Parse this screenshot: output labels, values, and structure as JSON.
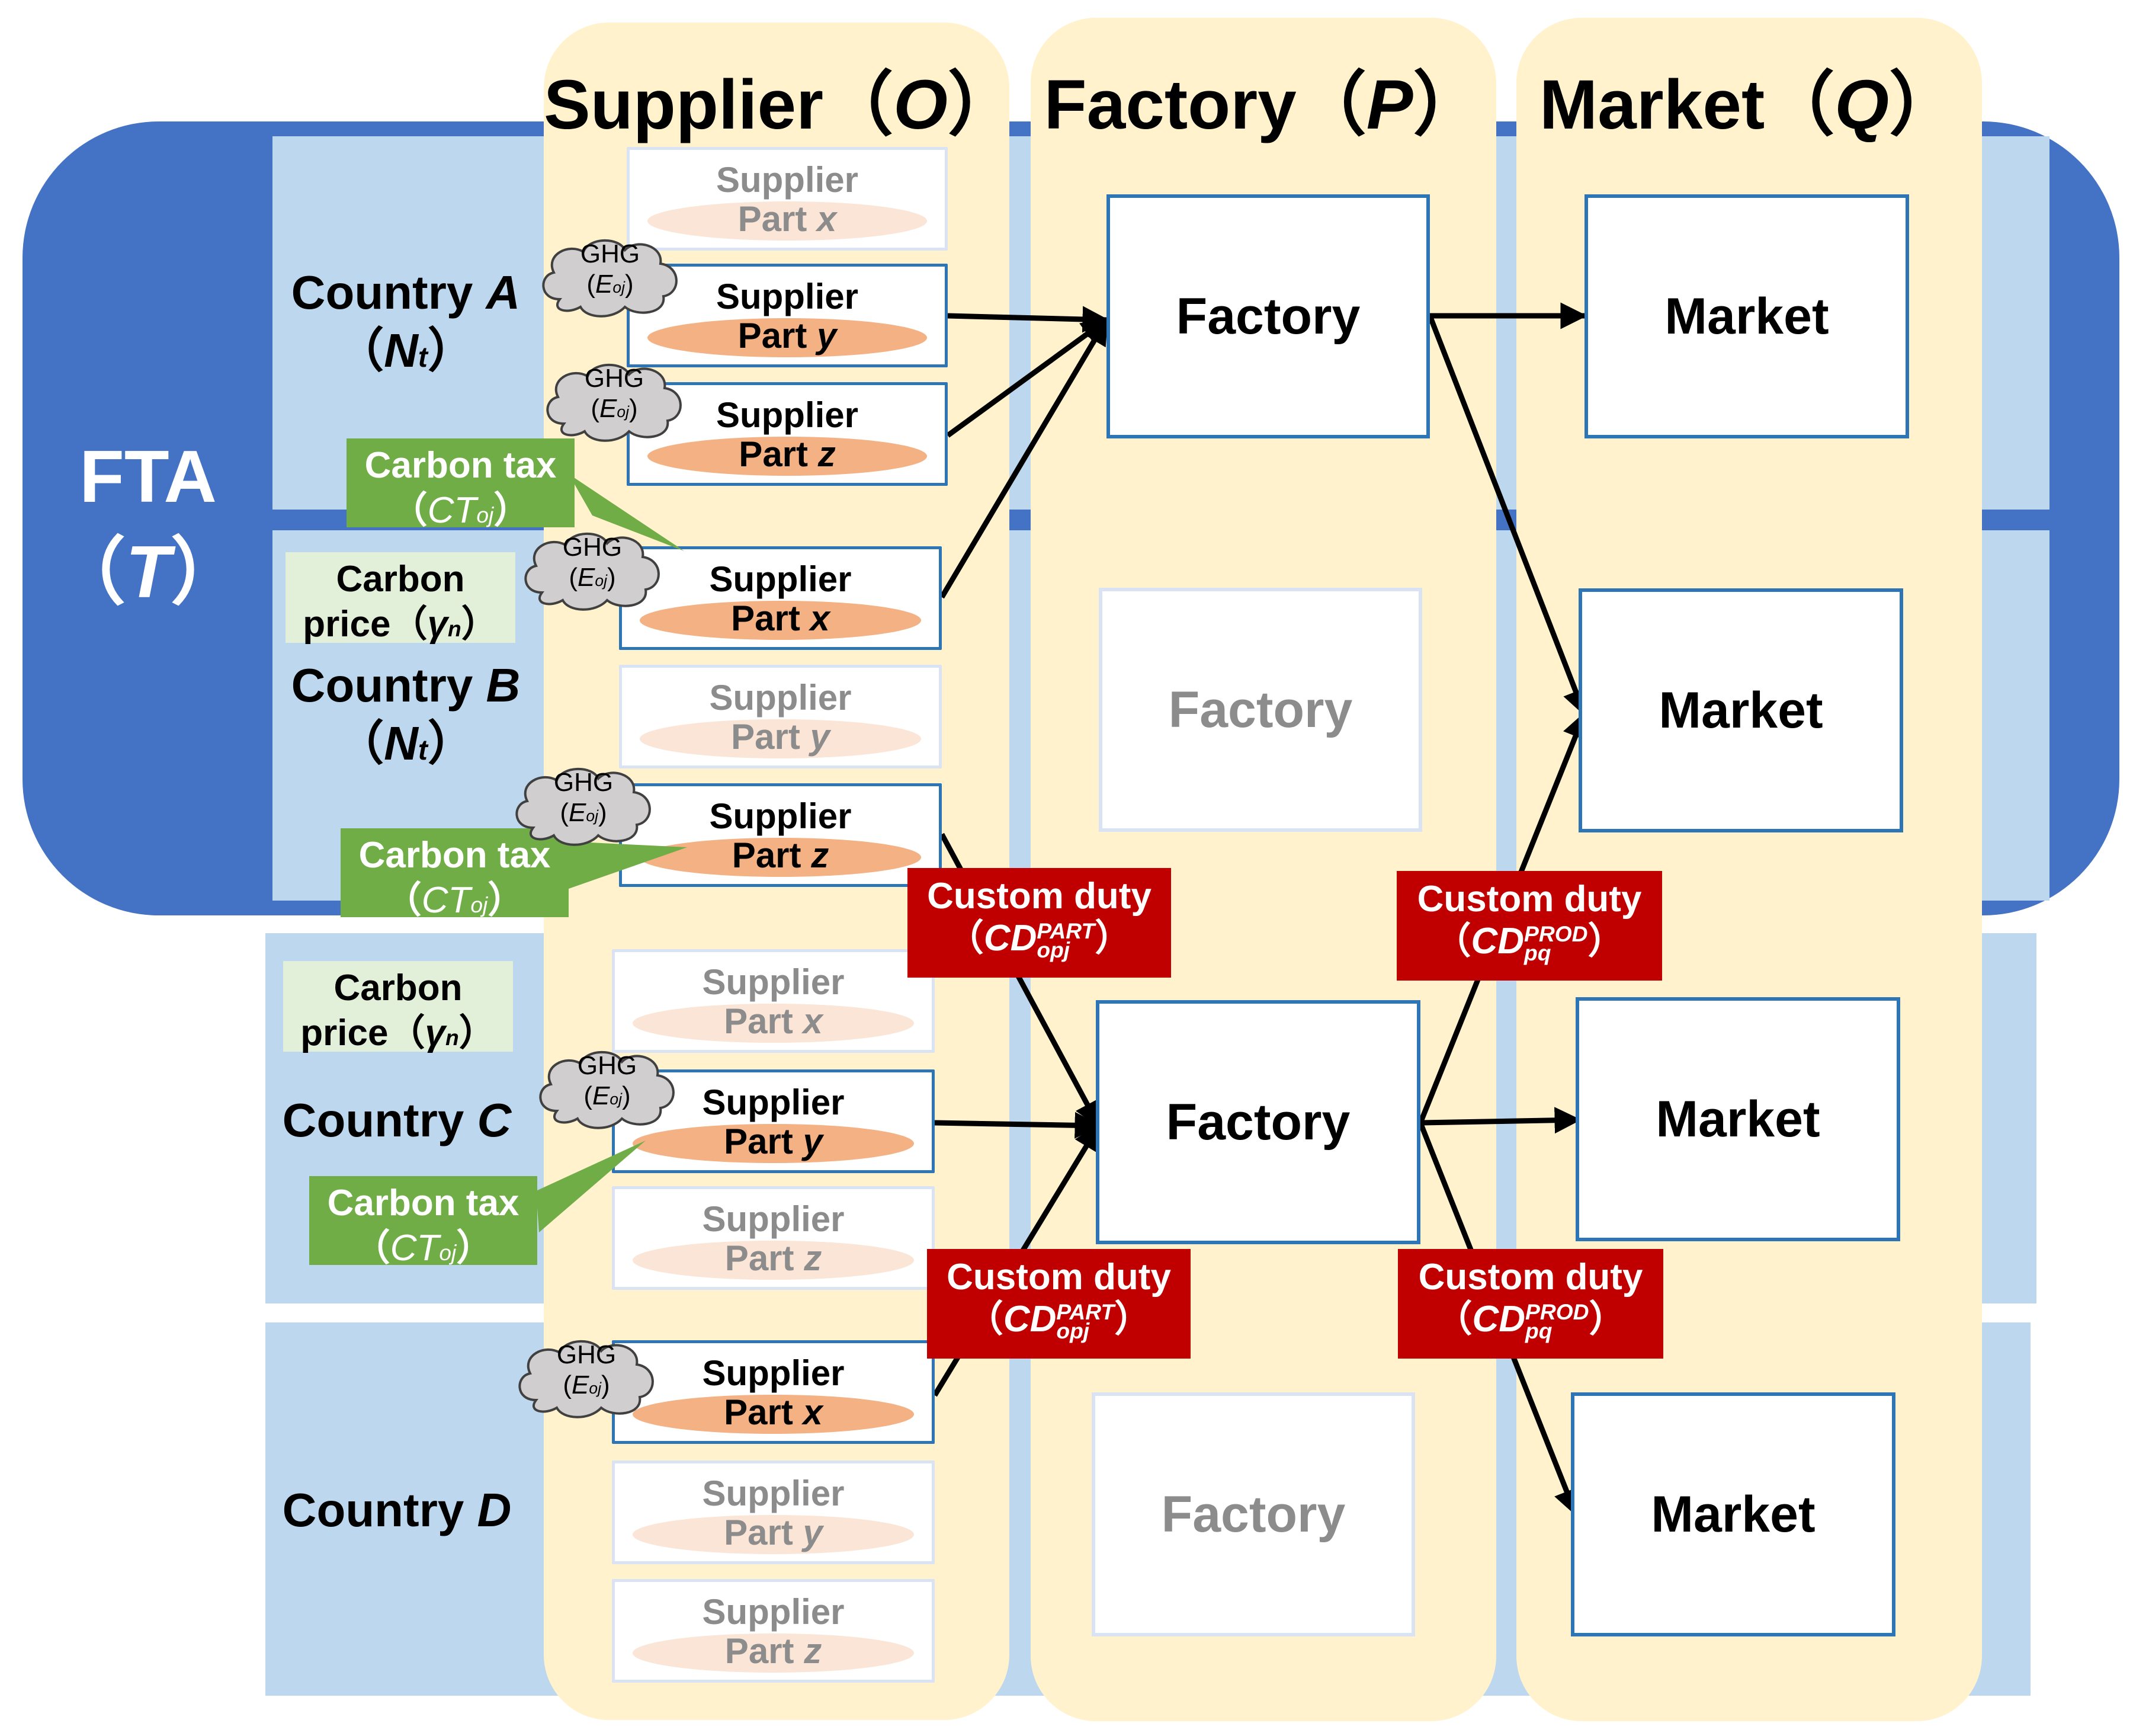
{
  "columns": {
    "supplier": {
      "label": "Supplier",
      "symbol": "O"
    },
    "factory": {
      "label": "Factory",
      "symbol": "P"
    },
    "market": {
      "label": "Market",
      "symbol": "Q"
    }
  },
  "fta": {
    "label": "FTA",
    "symbol": "T"
  },
  "countries": [
    {
      "label": "Country",
      "letter": "A",
      "set_symbol": "N",
      "set_sub": "t"
    },
    {
      "label": "Country",
      "letter": "B",
      "set_symbol": "N",
      "set_sub": "t"
    },
    {
      "label": "Country",
      "letter": "C"
    },
    {
      "label": "Country",
      "letter": "D"
    }
  ],
  "supplier_box": {
    "title": "Supplier",
    "part_label": "Part"
  },
  "suppliers": [
    {
      "part": "x",
      "active": false
    },
    {
      "part": "y",
      "active": true
    },
    {
      "part": "z",
      "active": true
    },
    {
      "part": "x",
      "active": true
    },
    {
      "part": "y",
      "active": false
    },
    {
      "part": "z",
      "active": true
    },
    {
      "part": "x",
      "active": false
    },
    {
      "part": "y",
      "active": true
    },
    {
      "part": "z",
      "active": false
    },
    {
      "part": "x",
      "active": true
    },
    {
      "part": "y",
      "active": false
    },
    {
      "part": "z",
      "active": false
    }
  ],
  "factories": [
    {
      "label": "Factory",
      "active": true
    },
    {
      "label": "Factory",
      "active": false
    },
    {
      "label": "Factory",
      "active": true
    },
    {
      "label": "Factory",
      "active": false
    }
  ],
  "markets": [
    {
      "label": "Market"
    },
    {
      "label": "Market"
    },
    {
      "label": "Market"
    },
    {
      "label": "Market"
    }
  ],
  "ghg": {
    "label": "GHG",
    "symbol": "E",
    "sub": "oj"
  },
  "carbon_price": {
    "line1": "Carbon",
    "line2": "price（",
    "symbol": "γ",
    "sub": "n",
    "close": "）"
  },
  "carbon_tax": {
    "line1": "Carbon tax",
    "open": "（",
    "symbol": "CT",
    "sub": "oj",
    "close": "）"
  },
  "custom_duty_part": {
    "line1": "Custom duty",
    "open": "（",
    "symbol": "CD",
    "sup": "PART",
    "sub": "opj",
    "close": "）"
  },
  "custom_duty_prod": {
    "line1": "Custom duty",
    "open": "（",
    "symbol": "CD",
    "sup": "PROD",
    "sub": "pq",
    "close": "）"
  },
  "colors": {
    "fta": "#4472c4",
    "country": "#bdd7ee",
    "column": "#fff2cc",
    "node_border": "#2e75b6",
    "carbon_tax": "#70ad47",
    "carbon_price": "#e2f0d9",
    "custom_duty": "#c00000",
    "part_active": "#f4b183",
    "part_faded": "#fbe5d6"
  }
}
